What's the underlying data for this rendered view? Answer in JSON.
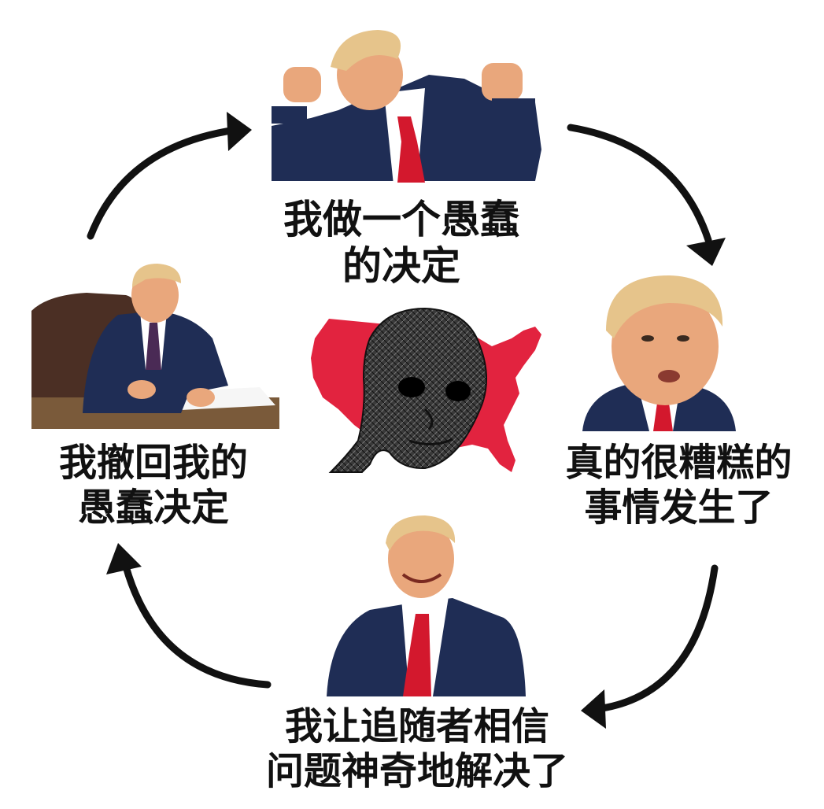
{
  "cycle": {
    "top": {
      "line1": "我做一个愚蠢",
      "line2": "的决定"
    },
    "right": {
      "line1": "真的很糟糕的",
      "line2": "事情发生了"
    },
    "bottom": {
      "line1": "我让追随者相信",
      "line2": "问题神奇地解决了"
    },
    "left": {
      "line1": "我撤回我的",
      "line2": "愚蠢决定"
    }
  },
  "colors": {
    "map_red": "#e2233f",
    "suit_navy": "#1f2d55",
    "tie_red": "#d3182d",
    "skin": "#e9a77c",
    "hair": "#e6c48b",
    "arrow": "#111111",
    "wojak": "#2a2a2a"
  },
  "icons": [
    "arrow-icon",
    "usa-map-icon",
    "wojak-icon"
  ]
}
